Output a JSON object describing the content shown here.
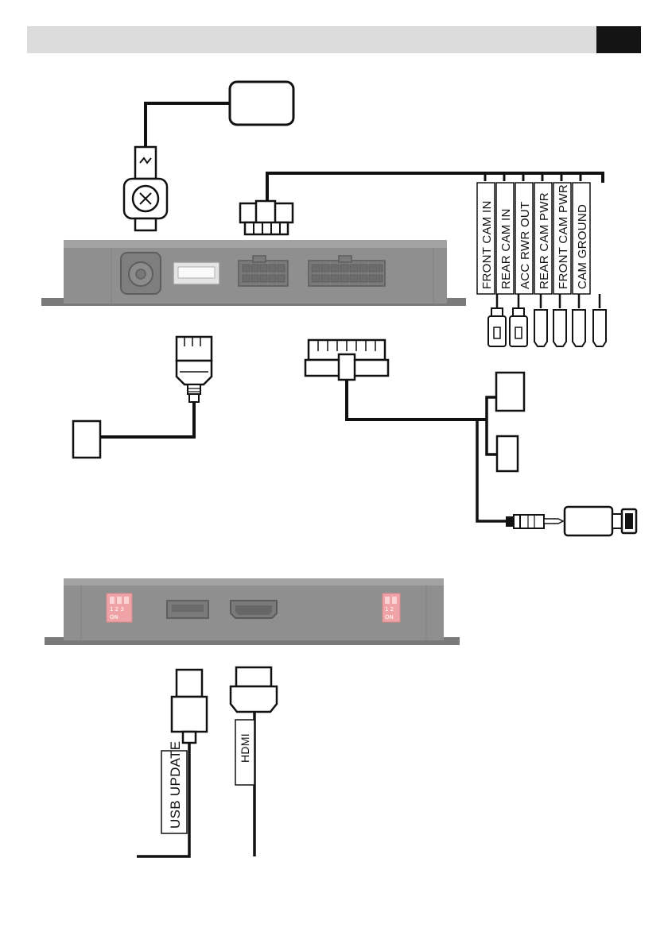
{
  "header": {
    "title": "",
    "page_number": ""
  },
  "wire_labels": {
    "front_cam_in": "FRONT CAM IN",
    "rear_cam_in": "REAR CAM IN",
    "acc_rwr_out": "ACC RWR OUT",
    "rear_cam_pwr": "REAR CAM PWR",
    "front_cam_pwr": "FRONT CAM PWR",
    "cam_ground": "CAM GROUND"
  },
  "cable_labels": {
    "usb_update": "USB UPDATE",
    "hdmi": "HDMI"
  },
  "dip_switches": {
    "left": {
      "numbers": "1 2 3",
      "on_label": "ON"
    },
    "right": {
      "numbers": "1 2",
      "on_label": "ON"
    }
  },
  "colors": {
    "module_body": "#8f8f8f",
    "module_edge": "#7a7a7a",
    "wire": "#111111",
    "dip_switch": "#f0a3a6",
    "header_bar": "#dcdcdc",
    "page_tab": "#141414"
  }
}
